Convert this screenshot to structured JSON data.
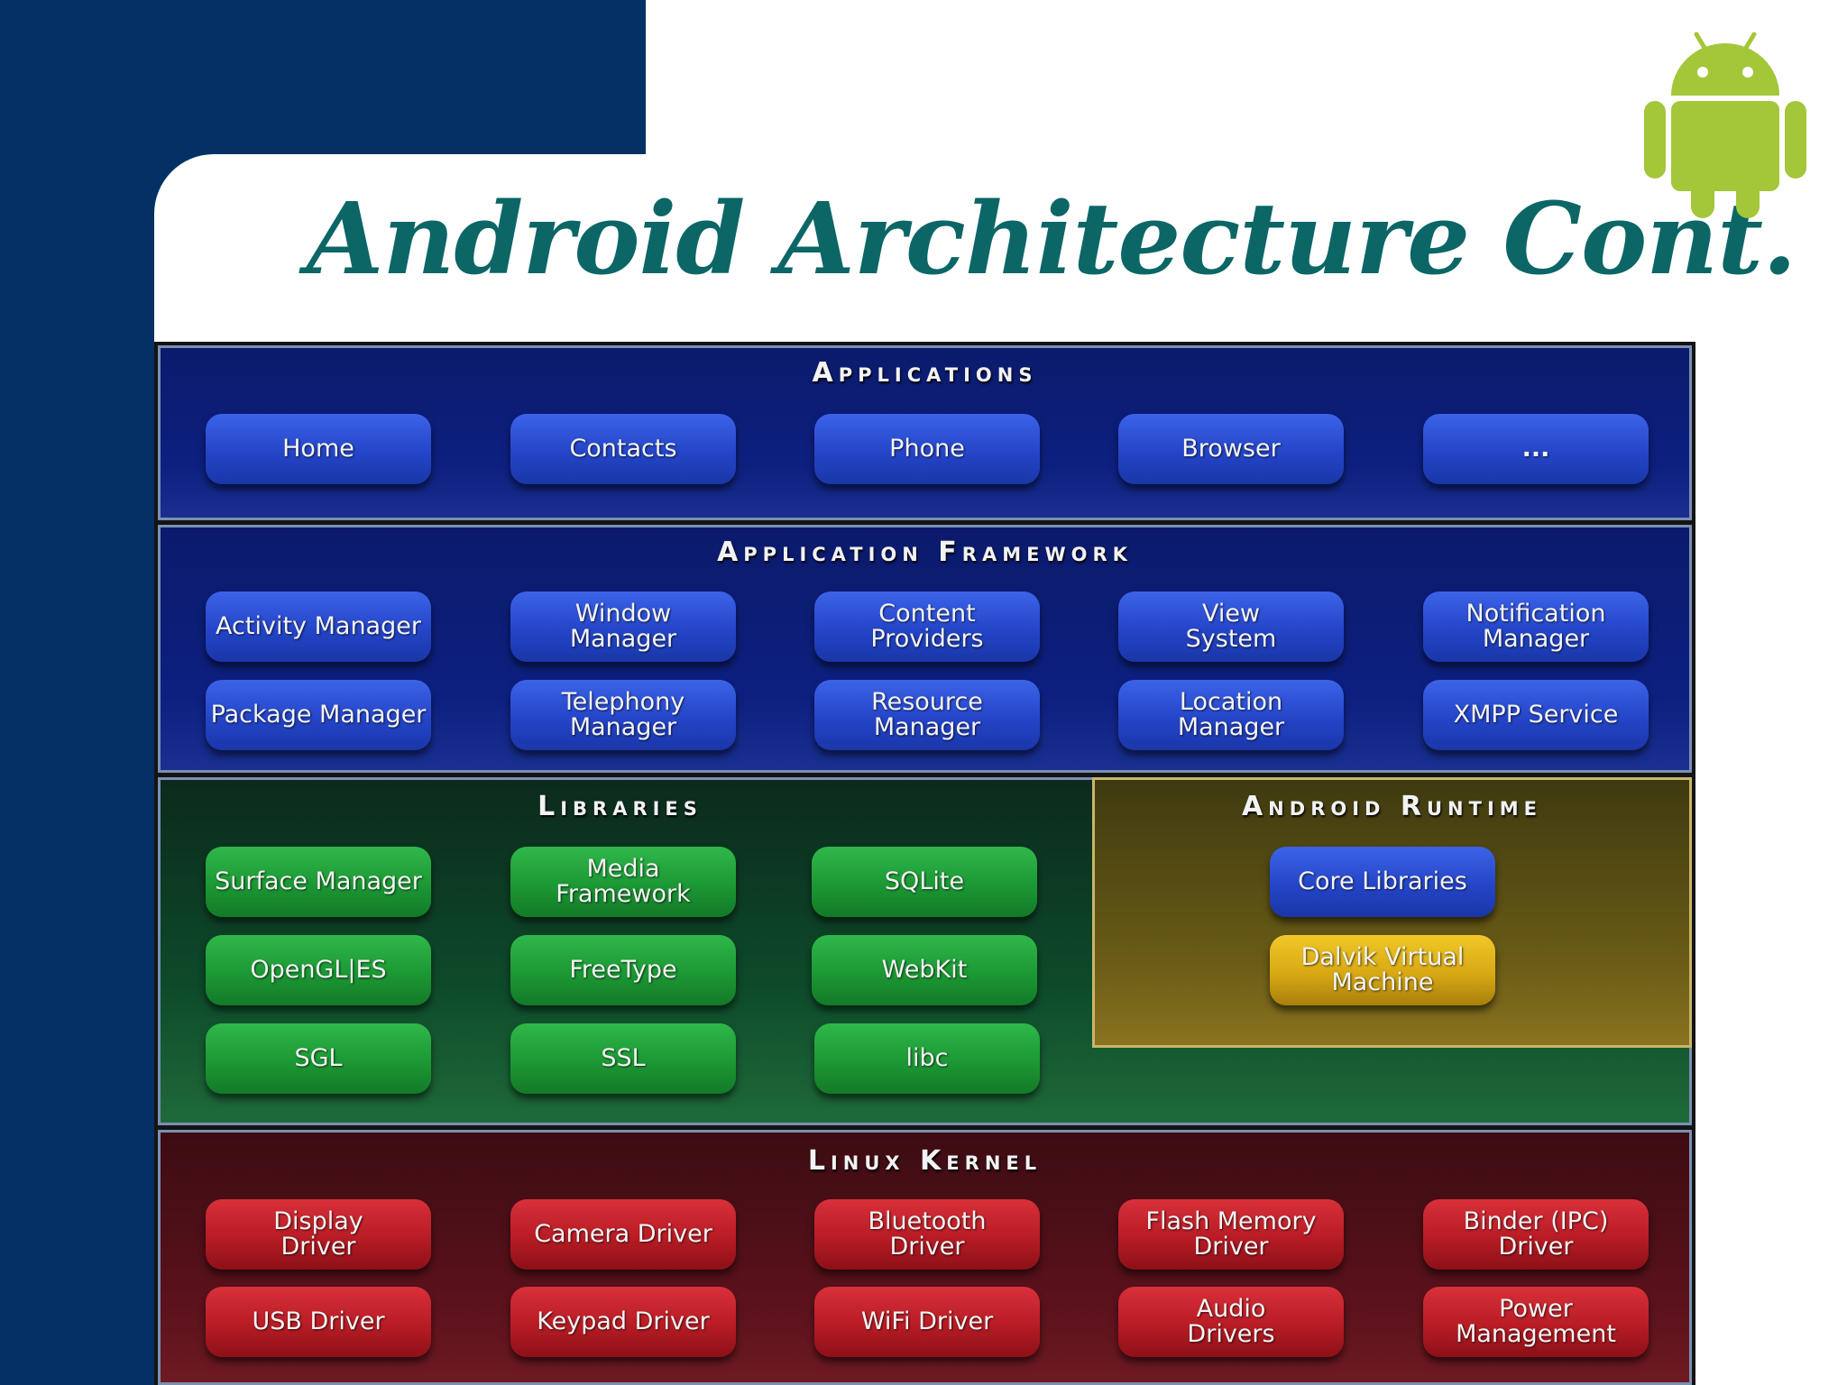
{
  "slide": {
    "title": "Android Architecture Cont."
  },
  "colors": {
    "navy": "#043065",
    "title_teal": "#0c6666",
    "android_green": "#a4c639"
  },
  "logo": {
    "icon": "android-robot-icon"
  },
  "diagram": {
    "applications": {
      "title": "Applications",
      "items": [
        "Home",
        "Contacts",
        "Phone",
        "Browser",
        "..."
      ]
    },
    "framework": {
      "title": "Application Framework",
      "items": [
        "Activity Manager",
        "Window\nManager",
        "Content\nProviders",
        "View\nSystem",
        "Notification\nManager",
        "Package Manager",
        "Telephony\nManager",
        "Resource\nManager",
        "Location\nManager",
        "XMPP Service"
      ]
    },
    "libraries": {
      "title": "Libraries",
      "items": [
        "Surface Manager",
        "Media\nFramework",
        "SQLite",
        "OpenGL|ES",
        "FreeType",
        "WebKit",
        "SGL",
        "SSL",
        "libc"
      ]
    },
    "runtime": {
      "title": "Android Runtime",
      "items": [
        "Core Libraries",
        "Dalvik Virtual\nMachine"
      ]
    },
    "kernel": {
      "title": "Linux Kernel",
      "items": [
        "Display\nDriver",
        "Camera Driver",
        "Bluetooth\nDriver",
        "Flash Memory\nDriver",
        "Binder (IPC)\nDriver",
        "USB Driver",
        "Keypad Driver",
        "WiFi Driver",
        "Audio\nDrivers",
        "Power\nManagement"
      ]
    }
  }
}
